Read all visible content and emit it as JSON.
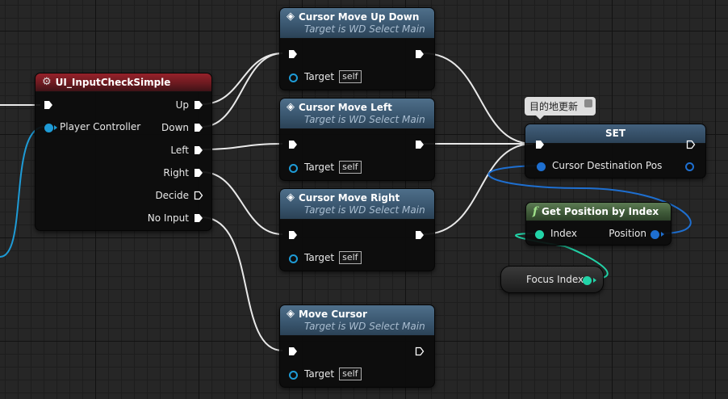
{
  "nodes": {
    "input_check": {
      "title": "UI_InputCheckSimple",
      "pins": {
        "player_controller": "Player Controller",
        "up": "Up",
        "down": "Down",
        "left": "Left",
        "right": "Right",
        "decide": "Decide",
        "no_input": "No Input"
      }
    },
    "cursor_up_down": {
      "title": "Cursor Move Up Down",
      "subtitle": "Target is WD Select Main",
      "target_label": "Target",
      "target_value": "self"
    },
    "cursor_left": {
      "title": "Cursor Move Left",
      "subtitle": "Target is WD Select Main",
      "target_label": "Target",
      "target_value": "self"
    },
    "cursor_right": {
      "title": "Cursor Move Right",
      "subtitle": "Target is WD Select Main",
      "target_label": "Target",
      "target_value": "self"
    },
    "move_cursor": {
      "title": "Move Cursor",
      "subtitle": "Target is WD Select Main",
      "target_label": "Target",
      "target_value": "self"
    },
    "set_node": {
      "title": "SET",
      "pin_label": "Cursor Destination Pos",
      "comment": "目的地更新"
    },
    "get_position": {
      "title": "Get Position by Index",
      "index_label": "Index",
      "position_label": "Position"
    },
    "focus_index": {
      "label": "Focus Index"
    }
  },
  "colors": {
    "exec": "#ffffff",
    "struct_pin": "#1e9bd6",
    "int_pin": "#22d4a8",
    "function_header": "#4a6a43",
    "macro_header": "#7a1c22"
  }
}
